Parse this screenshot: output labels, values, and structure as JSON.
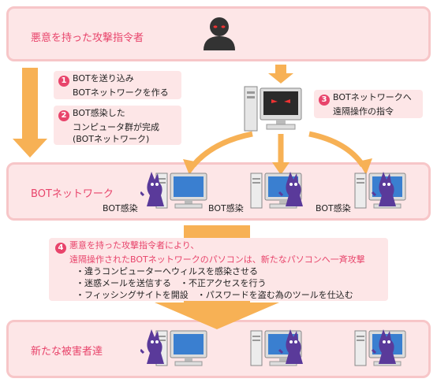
{
  "attacker": {
    "label": "悪意を持った攻撃指令者"
  },
  "botnet": {
    "label": "BOTネットワーク",
    "infected_label": "BOT感染"
  },
  "victims": {
    "label": "新たな被害者達"
  },
  "steps": [
    {
      "num": "1",
      "lines": [
        "BOTを送り込み",
        "BOTネットワークを作る"
      ]
    },
    {
      "num": "2",
      "lines": [
        "BOT感染した",
        "コンピュータ群が完成",
        "(BOTネットワーク)"
      ]
    },
    {
      "num": "3",
      "lines": [
        "BOTネットワークへ",
        "遠隔操作の指令"
      ]
    },
    {
      "num": "4",
      "lines": [
        "悪意を持った攻撃指令者により、",
        "遠隔操作されたBOTネットワークのパソコンは、新たなパソコンへ一斉攻撃"
      ],
      "bullets": [
        "・違うコンピューターへウィルスを感染させる",
        "・迷惑メールを送信する　・不正アクセスを行う",
        "・フィッシングサイトを開設　・パスワードを盗む為のツールを仕込む"
      ]
    }
  ],
  "colors": {
    "accent": "#e8446b",
    "band": "#fde6e7",
    "band_border": "#f7c6c8",
    "arrow": "#f7b155",
    "bot": "#5a3a9a"
  }
}
